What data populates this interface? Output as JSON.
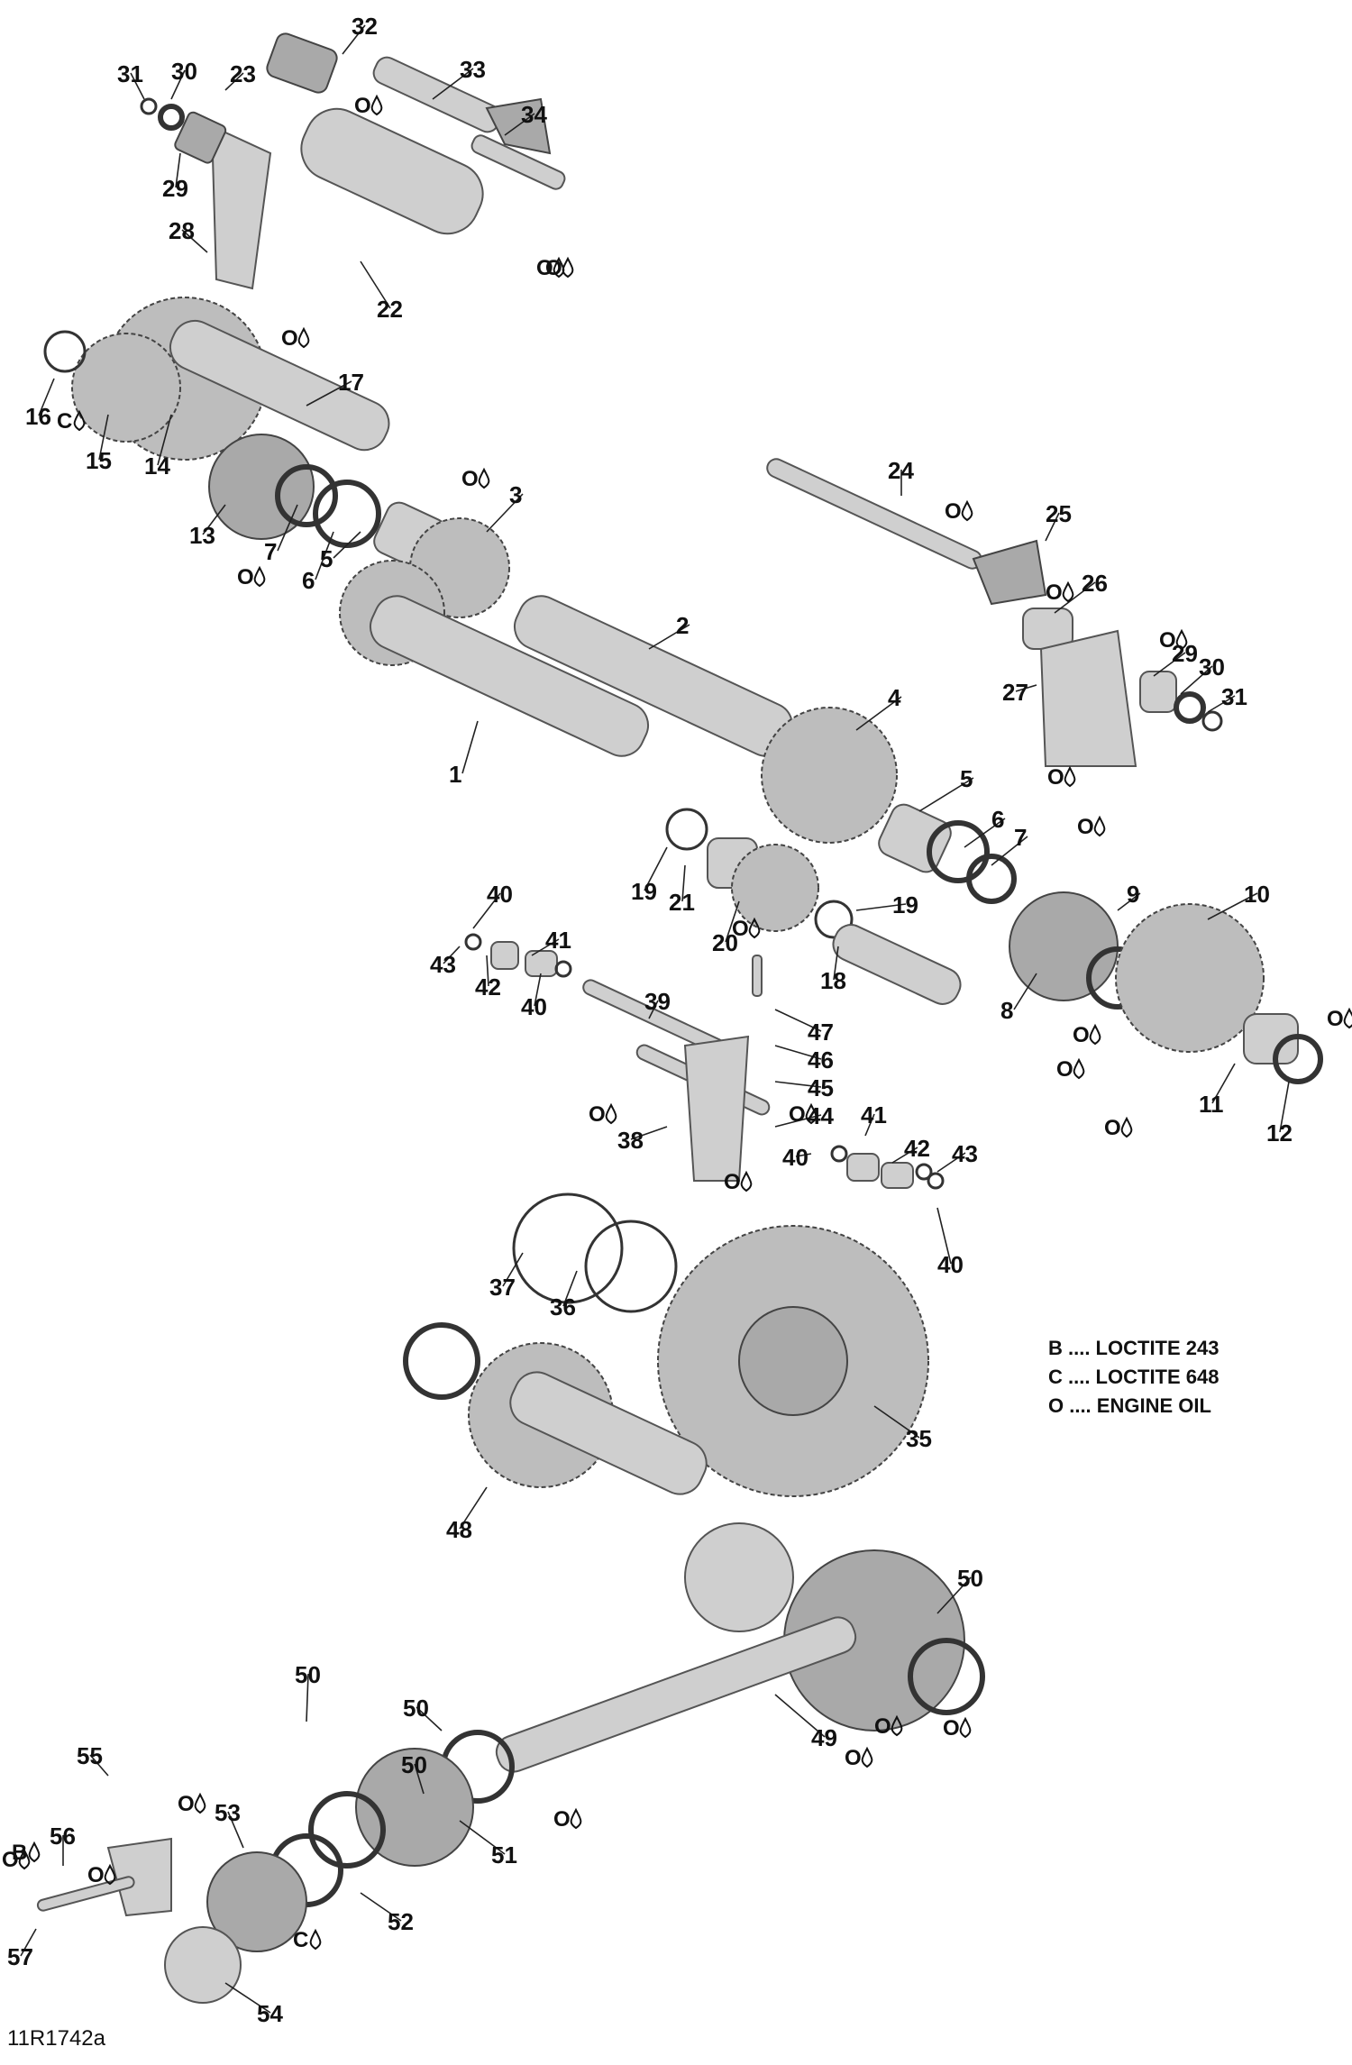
{
  "legend": {
    "b": "B .... LOCTITE 243",
    "c": "C .... LOCTITE 648",
    "o": "O .... ENGINE OIL"
  },
  "reference": "11R1742a",
  "parts": [
    {
      "n": "1"
    },
    {
      "n": "2"
    },
    {
      "n": "3"
    },
    {
      "n": "4"
    },
    {
      "n": "5"
    },
    {
      "n": "5"
    },
    {
      "n": "6"
    },
    {
      "n": "6"
    },
    {
      "n": "7"
    },
    {
      "n": "7"
    },
    {
      "n": "8"
    },
    {
      "n": "9"
    },
    {
      "n": "10"
    },
    {
      "n": "11"
    },
    {
      "n": "12"
    },
    {
      "n": "13"
    },
    {
      "n": "14"
    },
    {
      "n": "15"
    },
    {
      "n": "16"
    },
    {
      "n": "17"
    },
    {
      "n": "18"
    },
    {
      "n": "19"
    },
    {
      "n": "19"
    },
    {
      "n": "20"
    },
    {
      "n": "21"
    },
    {
      "n": "22"
    },
    {
      "n": "23"
    },
    {
      "n": "24"
    },
    {
      "n": "25"
    },
    {
      "n": "26"
    },
    {
      "n": "27"
    },
    {
      "n": "28"
    },
    {
      "n": "29"
    },
    {
      "n": "29"
    },
    {
      "n": "30"
    },
    {
      "n": "30"
    },
    {
      "n": "31"
    },
    {
      "n": "31"
    },
    {
      "n": "32"
    },
    {
      "n": "33"
    },
    {
      "n": "34"
    },
    {
      "n": "35"
    },
    {
      "n": "36"
    },
    {
      "n": "37"
    },
    {
      "n": "38"
    },
    {
      "n": "39"
    },
    {
      "n": "40"
    },
    {
      "n": "40"
    },
    {
      "n": "40"
    },
    {
      "n": "40"
    },
    {
      "n": "41"
    },
    {
      "n": "41"
    },
    {
      "n": "42"
    },
    {
      "n": "42"
    },
    {
      "n": "43"
    },
    {
      "n": "43"
    },
    {
      "n": "44"
    },
    {
      "n": "45"
    },
    {
      "n": "46"
    },
    {
      "n": "47"
    },
    {
      "n": "48"
    },
    {
      "n": "49"
    },
    {
      "n": "50"
    },
    {
      "n": "50"
    },
    {
      "n": "50"
    },
    {
      "n": "50"
    },
    {
      "n": "51"
    },
    {
      "n": "52"
    },
    {
      "n": "53"
    },
    {
      "n": "54"
    },
    {
      "n": "55"
    },
    {
      "n": "56"
    },
    {
      "n": "57"
    }
  ],
  "marks": [
    {
      "t": "O"
    },
    {
      "t": "O"
    },
    {
      "t": "O"
    },
    {
      "t": "O"
    },
    {
      "t": "C"
    },
    {
      "t": "O"
    },
    {
      "t": "O"
    },
    {
      "t": "O"
    },
    {
      "t": "O"
    },
    {
      "t": "O"
    },
    {
      "t": "O"
    },
    {
      "t": "O"
    },
    {
      "t": "O"
    },
    {
      "t": "O"
    },
    {
      "t": "O"
    },
    {
      "t": "O"
    },
    {
      "t": "O"
    },
    {
      "t": "O"
    },
    {
      "t": "O"
    },
    {
      "t": "O"
    },
    {
      "t": "O"
    },
    {
      "t": "O"
    },
    {
      "t": "O"
    },
    {
      "t": "O"
    },
    {
      "t": "O"
    },
    {
      "t": "B"
    },
    {
      "t": "O"
    },
    {
      "t": "O"
    },
    {
      "t": "C"
    }
  ]
}
